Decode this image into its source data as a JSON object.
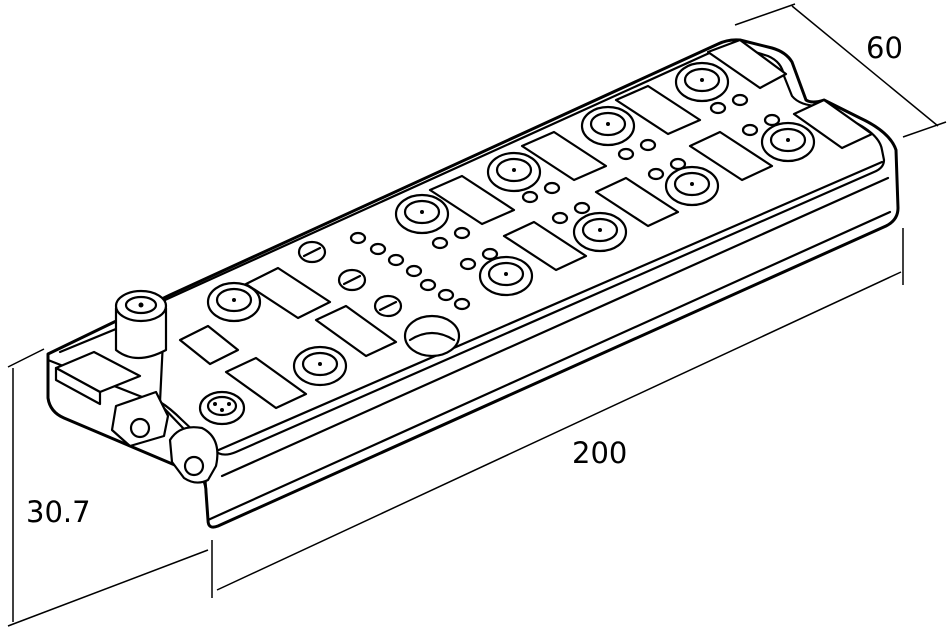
{
  "dimensions": {
    "width_label": "60",
    "length_label": "200",
    "height_label": "30.7"
  },
  "colors": {
    "line": "#000000",
    "background": "#ffffff"
  }
}
